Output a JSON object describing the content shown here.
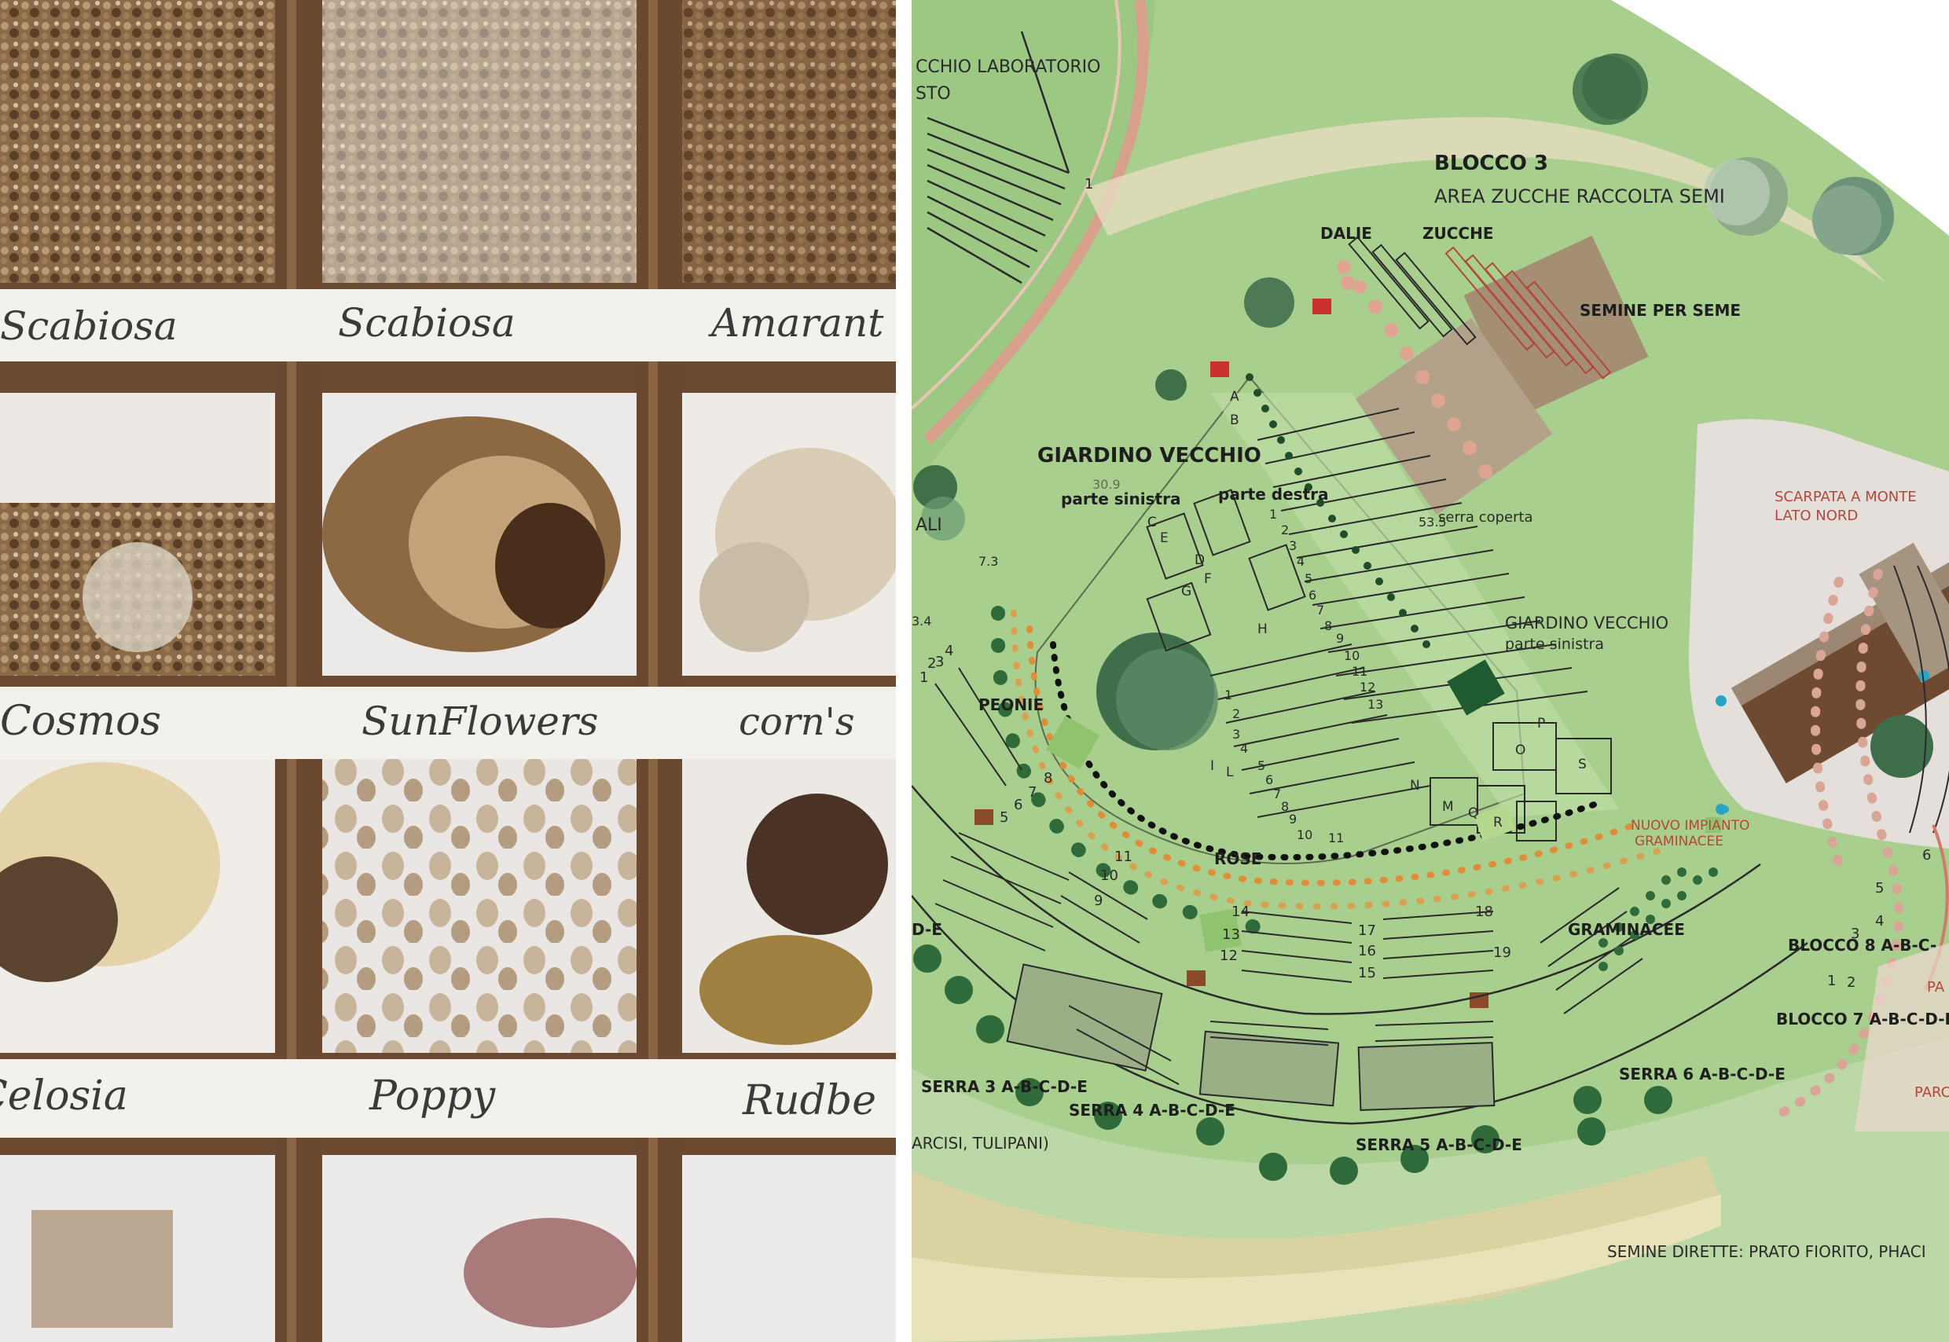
{
  "seed_box": {
    "labels": [
      {
        "id": "scabiosa-1",
        "text": "Scabiosa"
      },
      {
        "id": "scabiosa-2",
        "text": "Scabiosa"
      },
      {
        "id": "amaranth",
        "text": "Amarant"
      },
      {
        "id": "cosmos",
        "text": "Cosmos"
      },
      {
        "id": "sunflowers",
        "text": "SunFlowers"
      },
      {
        "id": "corn",
        "text": "corn's"
      },
      {
        "id": "celosia",
        "text": "Celosia"
      },
      {
        "id": "poppy",
        "text": "Poppy"
      },
      {
        "id": "rudbeckia",
        "text": "Rudbe"
      }
    ]
  },
  "plan": {
    "top_left_note_1": "CCHIO LABORATORIO",
    "top_left_note_2": "STO",
    "top_left_num": "1",
    "left_note": "ALI",
    "blocco3_title": "BLOCCO 3",
    "blocco3_sub": "AREA ZUCCHE RACCOLTA SEMI",
    "dalie": "DALIE",
    "zucche": "ZUCCHE",
    "semine_per_seme": "SEMINE PER SEME",
    "giardino_vecchio": "GIARDINO VECCHIO",
    "parte_sinistra": "parte sinistra",
    "parte_destra": "parte destra",
    "serra_coperta": "serra coperta",
    "scarpata_1": "SCARPATA A MONTE",
    "scarpata_2": "LATO NORD",
    "giardino_vecchio_2": "GIARDINO VECCHIO",
    "parte_sinistra_2": "parte sinistra",
    "peonie": "PEONIE",
    "rose": "ROSE",
    "nuovo_impianto_1": "NUOVO IMPIANTO",
    "nuovo_impianto_2": "GRAMINACEE",
    "graminacee": "GRAMINACEE",
    "blocco8": "BLOCCO 8 A-B-C-",
    "blocco7": "BLOCCO 7 A-B-C-D-E",
    "pa": "PA",
    "parc": "PARC",
    "de_left": "D-E",
    "serra3": "SERRA 3 A-B-C-D-E",
    "serra4": "SERRA 4 A-B-C-D-E",
    "serra5": "SERRA 5 A-B-C-D-E",
    "serra6": "SERRA 6 A-B-C-D-E",
    "narcisi": "ARCISI, TULIPANI)",
    "semine_dirette": "SEMINE DIRETTE: PRATO FIORITO, PHACI",
    "elev_1": "30.9",
    "elev_2": "7.3",
    "elev_3": "3.4",
    "elev_4": "53.5",
    "bed_letters": [
      "A",
      "B",
      "C",
      "D",
      "E",
      "F",
      "G",
      "H",
      "I",
      "L",
      "M",
      "N",
      "O",
      "P",
      "Q",
      "R",
      "S"
    ],
    "center_numbers": [
      "1",
      "2",
      "3",
      "4",
      "5",
      "6",
      "7",
      "8",
      "9",
      "10",
      "11",
      "12",
      "13"
    ],
    "lower_numbers": [
      "1",
      "2",
      "3",
      "4",
      "5",
      "6",
      "7",
      "8",
      "9",
      "10",
      "11"
    ],
    "arc_numbers": [
      "5",
      "6",
      "7",
      "8",
      "9",
      "10",
      "11",
      "12",
      "13",
      "14",
      "15",
      "16",
      "17",
      "18",
      "19"
    ],
    "left_numbers": [
      "1",
      "2",
      "3",
      "4"
    ],
    "right_numbers": [
      "1",
      "2",
      "3",
      "4",
      "5",
      "6"
    ]
  }
}
